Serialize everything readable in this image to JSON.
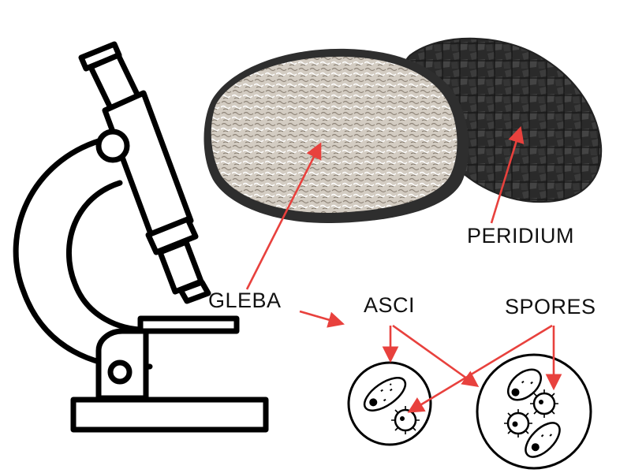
{
  "labels": {
    "gleba": "GLEBA",
    "peridium": "PERIDIUM",
    "asci": "ASCI",
    "spores": "SPORES"
  },
  "colors": {
    "arrow": "#e8413d",
    "outline": "#000000",
    "gleba_fill": "#cfc7bd",
    "peridium_fill": "#2b2b2b"
  },
  "icons": [
    "microscope-icon",
    "truffle-photo",
    "ascus-cell-icon",
    "spore-icon"
  ]
}
